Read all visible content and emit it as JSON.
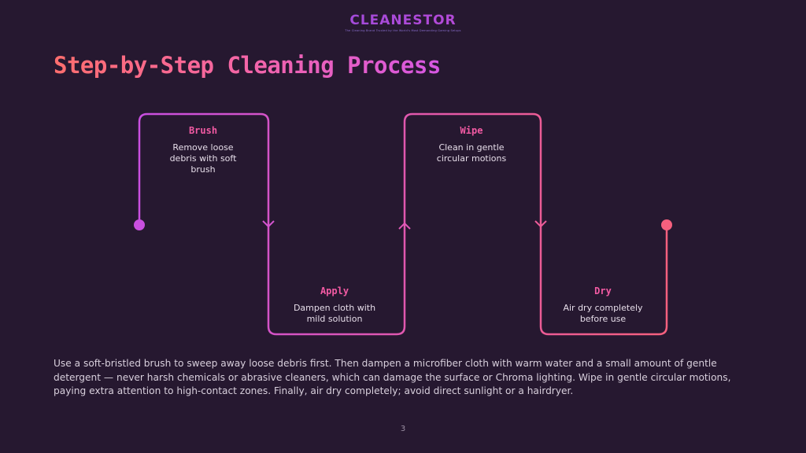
{
  "logo": {
    "wordmark": "CLEANESTOR",
    "tagline": "The Cleaning Brand Trusted by the World's Most Demanding Gaming Setups"
  },
  "title": "Step-by-Step Cleaning Process",
  "colors": {
    "background": "#261830",
    "path_start": "#c94fe0",
    "path_end": "#f7607e",
    "step_title": "#f25aa3",
    "text": "#e6dde9"
  },
  "steps": [
    {
      "title": "Brush",
      "description": "Remove loose debris with soft brush",
      "position": "top"
    },
    {
      "title": "Apply",
      "description": "Dampen cloth with mild solution",
      "position": "bottom"
    },
    {
      "title": "Wipe",
      "description": "Clean in gentle circular motions",
      "position": "top"
    },
    {
      "title": "Dry",
      "description": "Air dry completely before use",
      "position": "bottom"
    }
  ],
  "body": "Use a soft-bristled brush to sweep away loose debris first. Then dampen a microfiber cloth with warm water and a small amount of gentle detergent — never harsh chemicals or abrasive cleaners, which can damage the surface or Chroma lighting. Wipe in gentle circular motions, paying extra attention to high-contact zones. Finally, air dry completely; avoid direct sunlight or a hairdryer.",
  "page_number": "3"
}
